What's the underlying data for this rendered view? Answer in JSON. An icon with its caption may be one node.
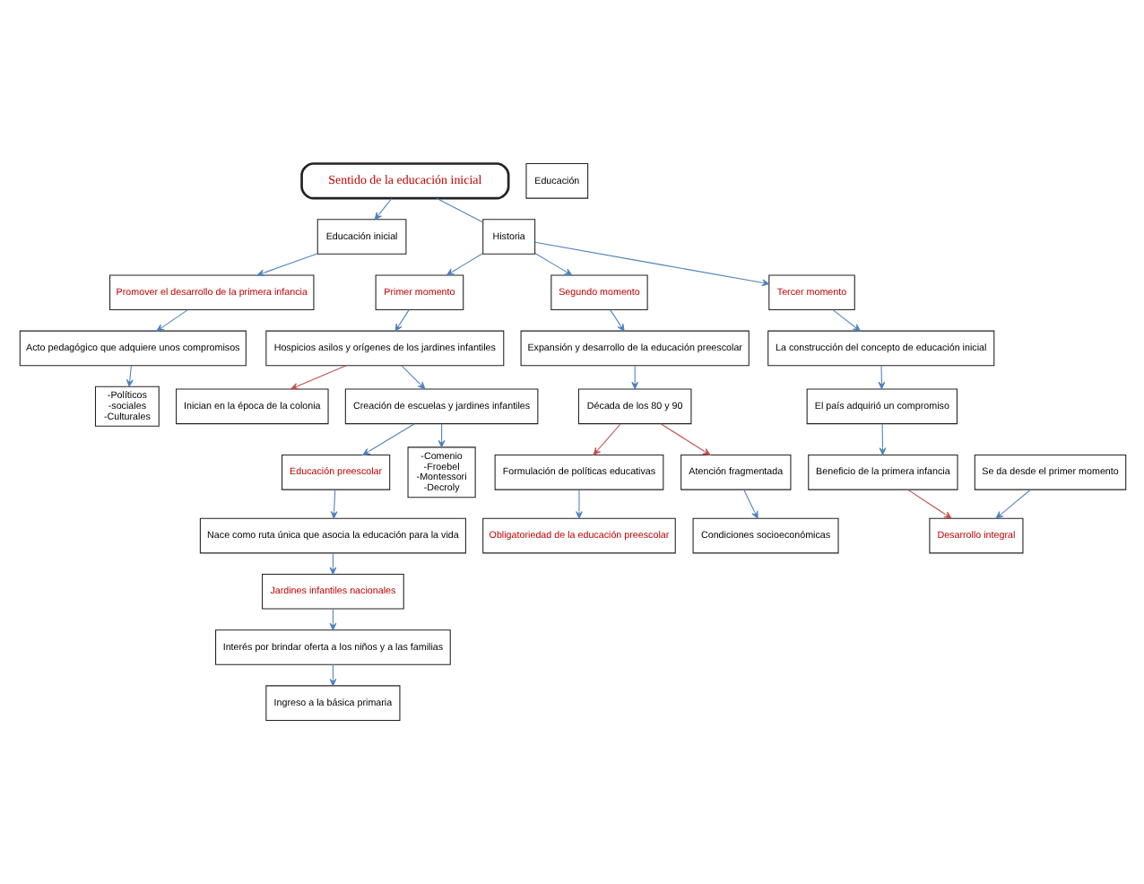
{
  "diagram": {
    "nodes": [
      {
        "text": [
          "Promover el desarrollo de la primera infancia"
        ]
      },
      {
        "text": [
          "Acto pedagógico que adquiere unos compromisos"
        ]
      },
      {
        "text": [
          "Educación inicial"
        ]
      },
      {
        "text": [
          "-Políticos",
          "-sociales",
          "-Culturales"
        ]
      },
      {
        "text": [
          "Sentido de la educación inicial"
        ]
      },
      {
        "text": [
          "Historia"
        ]
      },
      {
        "text": [
          "Inician en la época de la colonia"
        ]
      },
      {
        "text": [
          "Primer momento"
        ]
      },
      {
        "text": [
          "Segundo momento"
        ]
      },
      {
        "text": [
          "Tercer momento"
        ]
      },
      {
        "text": [
          "Hospicios asilos y orígenes de los jardines infantiles"
        ]
      },
      {
        "text": [
          "Expansión y desarrollo de la educación preescolar"
        ]
      },
      {
        "text": [
          "La construcción del concepto de educación inicial"
        ]
      },
      {
        "text": [
          "Educación preescolar"
        ]
      },
      {
        "text": [
          "Creación de escuelas y jardines infantiles"
        ]
      },
      {
        "text": [
          "Década de los 80 y 90"
        ]
      },
      {
        "text": [
          "El país adquirió un compromiso"
        ]
      },
      {
        "text": [
          "Nace como ruta única que asocia la educación para la vida"
        ]
      },
      {
        "text": [
          "-Comenio",
          "-Froebel",
          "-Montessori",
          "-Decroly"
        ]
      },
      {
        "text": [
          "Formulación de políticas educativas"
        ]
      },
      {
        "text": [
          "Atención fragmentada"
        ]
      },
      {
        "text": [
          "Beneficio de la primera infancia"
        ]
      },
      {
        "text": [
          "Jardines infantiles nacionales"
        ]
      },
      {
        "text": [
          "Desarrollo integral"
        ]
      },
      {
        "text": [
          "Educación"
        ]
      },
      {
        "text": [
          "Obligatoriedad de la educación preescolar"
        ]
      },
      {
        "text": [
          "Condiciones socioeconómicas"
        ]
      },
      {
        "text": [
          "Interés por brindar oferta a los niños y a las familias"
        ]
      },
      {
        "text": [
          "Se da desde el primer momento"
        ]
      },
      {
        "text": [
          "Ingreso a la básica primaria"
        ]
      }
    ],
    "edges": [
      {
        "from": 4,
        "to": 2,
        "arrow": "to"
      },
      {
        "from": 2,
        "to": 0,
        "arrow": "to"
      },
      {
        "from": 0,
        "to": 1,
        "arrow": "to"
      },
      {
        "from": 1,
        "to": 3,
        "arrow": "to"
      },
      {
        "from": 4,
        "to": 5,
        "arrow": "none"
      },
      {
        "from": 5,
        "to": 7,
        "arrow": "to"
      },
      {
        "from": 5,
        "to": 8,
        "arrow": "to"
      },
      {
        "from": 5,
        "to": 9,
        "arrow": "to"
      },
      {
        "from": 7,
        "to": 10,
        "arrow": "to"
      },
      {
        "from": 10,
        "to": 6,
        "arrow": "to",
        "color": "#c0504d"
      },
      {
        "from": 10,
        "to": 14,
        "arrow": "to"
      },
      {
        "from": 14,
        "to": 13,
        "arrow": "to"
      },
      {
        "from": 14,
        "to": 18,
        "arrow": "to"
      },
      {
        "from": 13,
        "to": 17,
        "arrow": "to"
      },
      {
        "from": 17,
        "to": 22,
        "arrow": "to"
      },
      {
        "from": 22,
        "to": 27,
        "arrow": "to"
      },
      {
        "from": 27,
        "to": 29,
        "arrow": "to"
      },
      {
        "from": 8,
        "to": 11,
        "arrow": "to"
      },
      {
        "from": 11,
        "to": 15,
        "arrow": "to"
      },
      {
        "from": 15,
        "to": 19,
        "arrow": "to",
        "color": "#c0504d"
      },
      {
        "from": 15,
        "to": 20,
        "arrow": "to",
        "color": "#c0504d"
      },
      {
        "from": 19,
        "to": 25,
        "arrow": "to"
      },
      {
        "from": 20,
        "to": 26,
        "arrow": "to"
      },
      {
        "from": 9,
        "to": 12,
        "arrow": "to"
      },
      {
        "from": 12,
        "to": 16,
        "arrow": "to"
      },
      {
        "from": 16,
        "to": 21,
        "arrow": "to"
      },
      {
        "from": 21,
        "to": 23,
        "arrow": "to",
        "color": "#c0504d"
      },
      {
        "from": 28,
        "to": 23,
        "arrow": "to"
      }
    ]
  }
}
